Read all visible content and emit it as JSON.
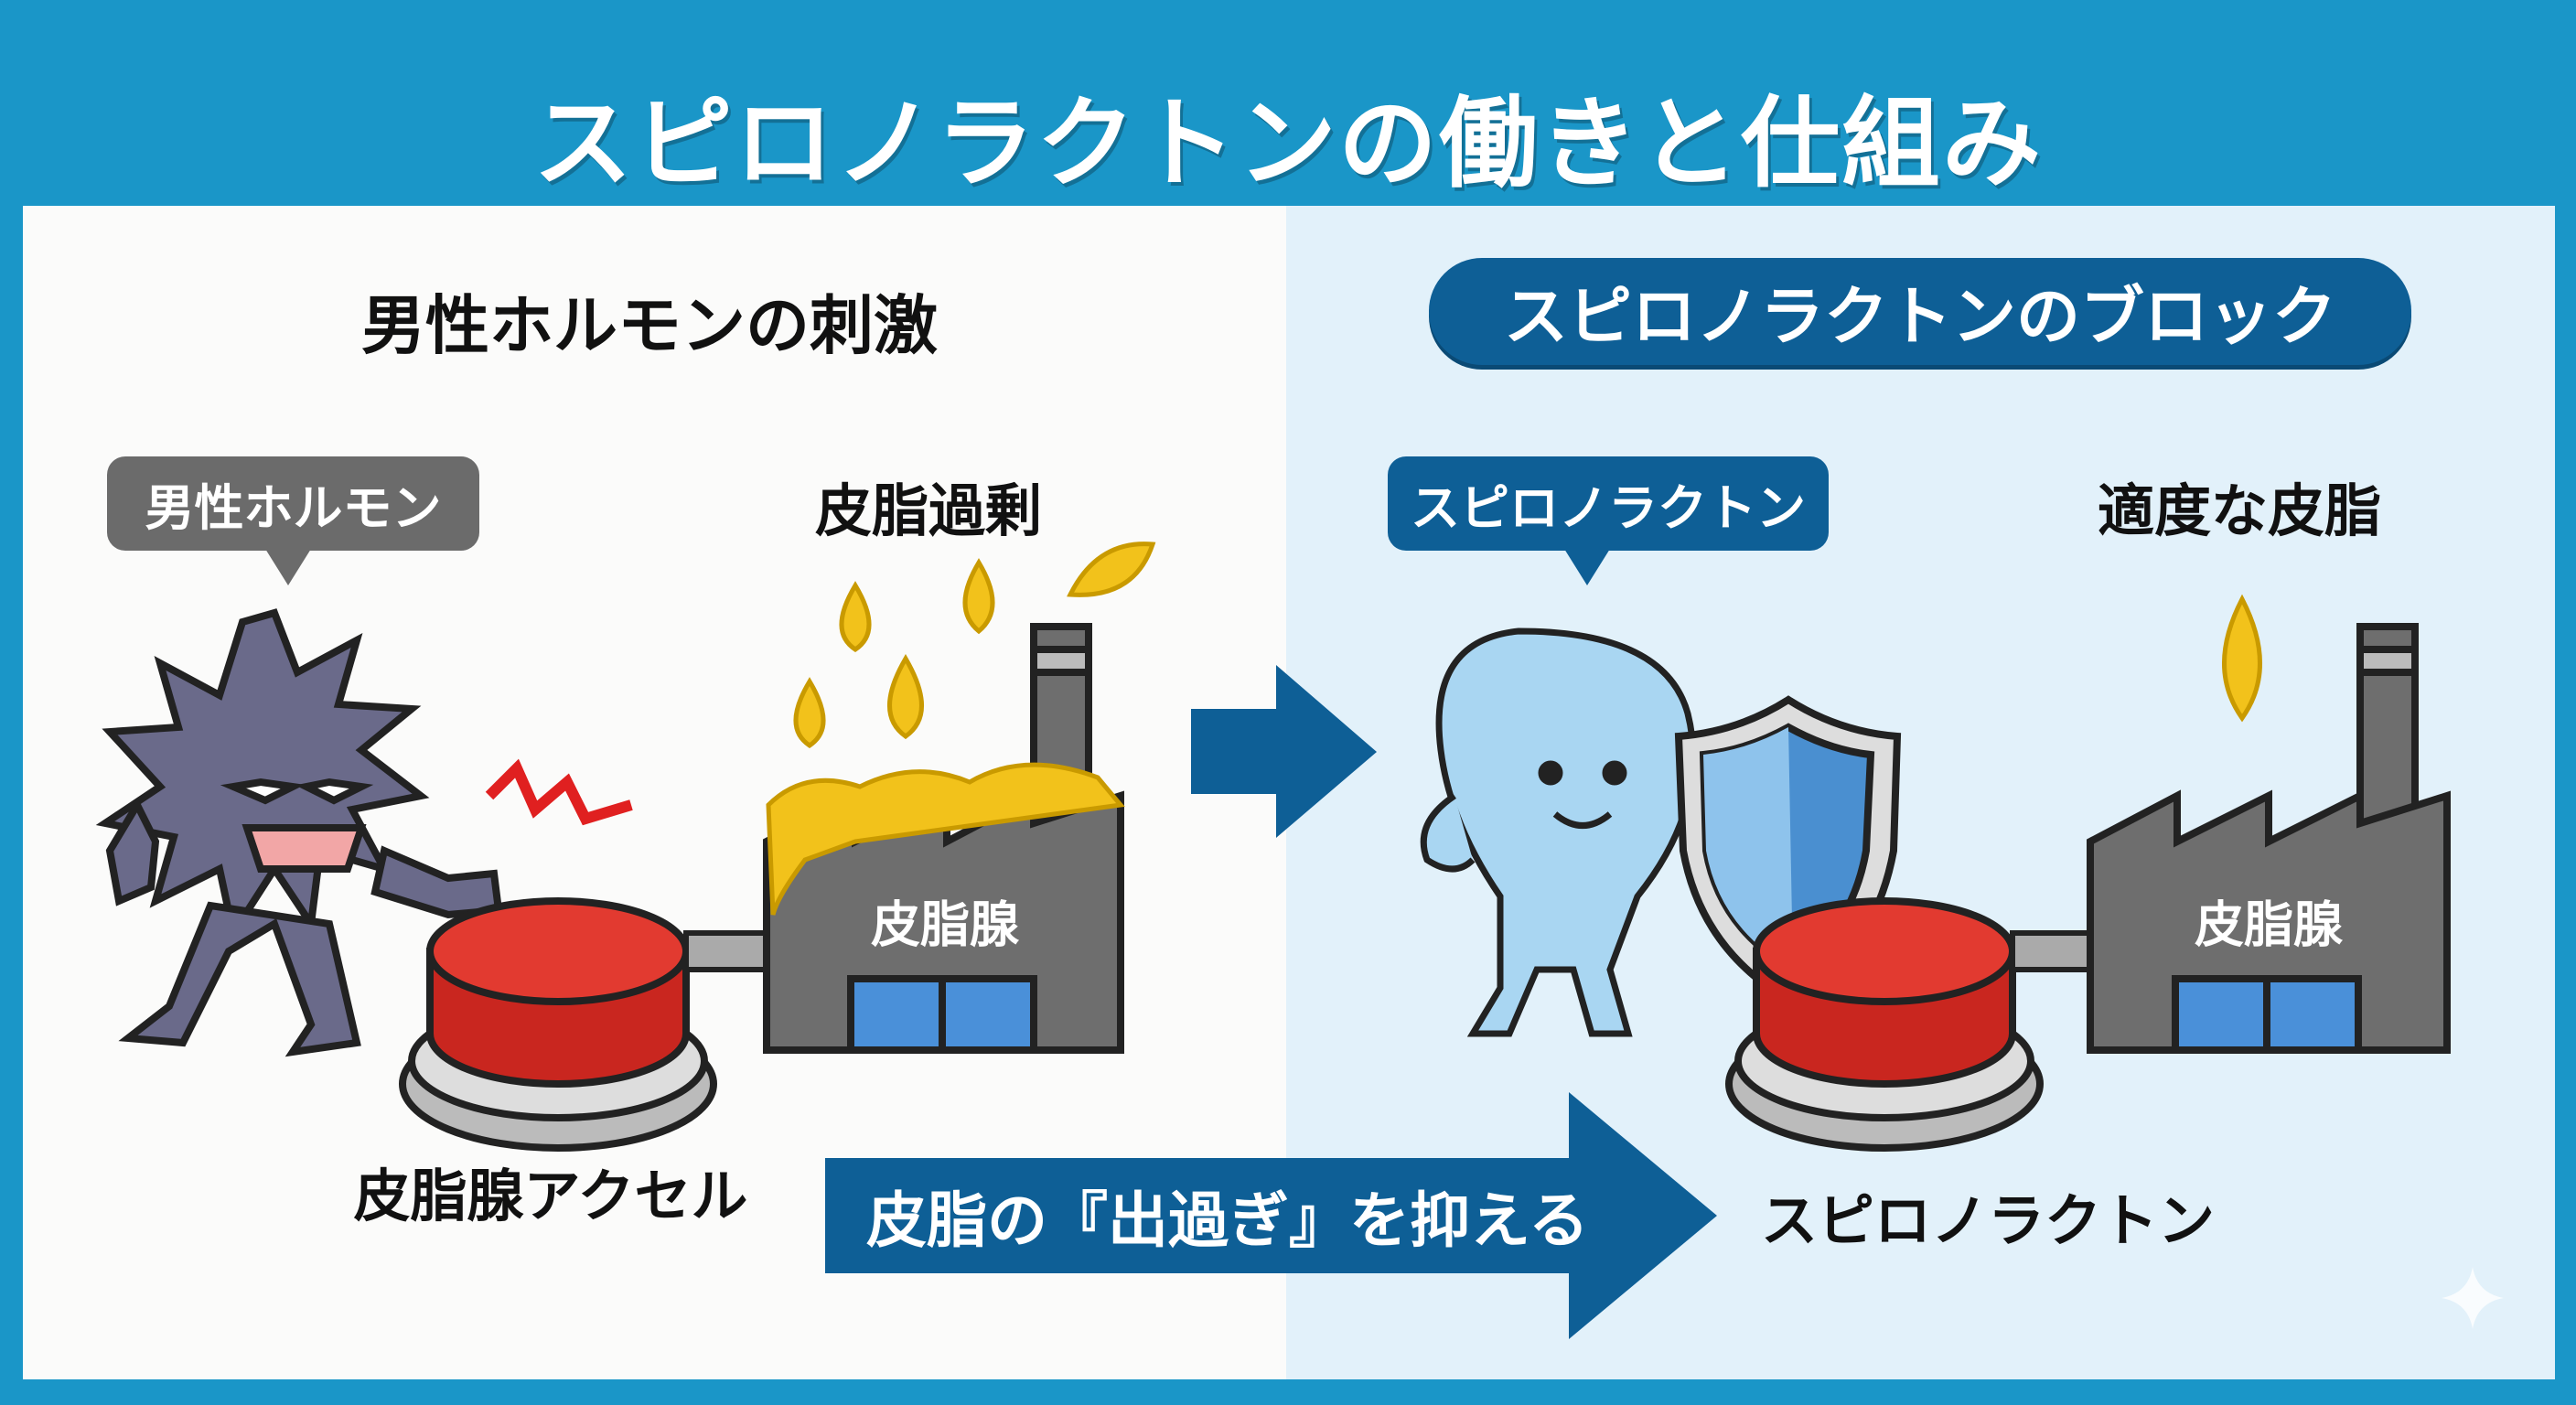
{
  "title": "スピロノラクトンの働きと仕組み",
  "left_panel": {
    "heading": "男性ホルモンの刺激",
    "hormone_bubble": "男性ホルモン",
    "excess_label": "皮脂過剰",
    "factory_label": "皮脂腺",
    "accelerator_label": "皮脂腺アクセル"
  },
  "right_panel": {
    "heading": "スピロノラクトンのブロック",
    "spiro_bubble": "スピロノラクトン",
    "moderate_label": "適度な皮脂",
    "factory_label": "皮脂腺",
    "bottom_label": "スピロノラクトン"
  },
  "bottom_arrow_text": "皮脂の『出過ぎ』を抑える",
  "colors": {
    "header_blue": "#1a96c8",
    "dark_blue": "#0e5f96",
    "button_red": "#d9312a",
    "sebum_yellow": "#f2c21b",
    "factory_gray": "#6e6e6e"
  }
}
